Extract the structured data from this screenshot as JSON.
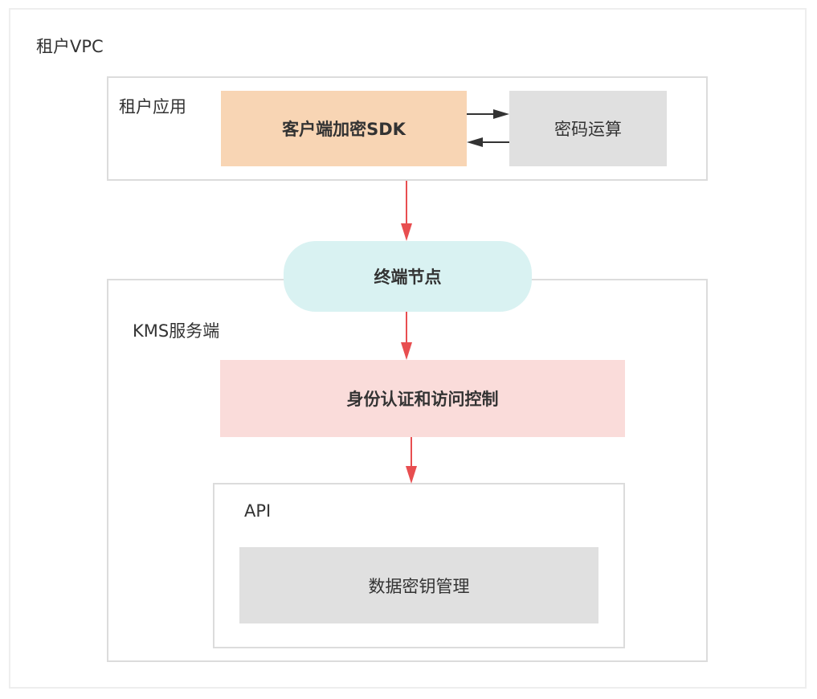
{
  "diagram": {
    "tenant_vpc": {
      "label": "租户VPC"
    },
    "tenant_app": {
      "label": "租户应用",
      "sdk": {
        "label": "客户端加密SDK",
        "color": "#f8d5b4"
      },
      "crypto_op": {
        "label": "密码运算",
        "color": "#e0e0e0"
      }
    },
    "endpoint": {
      "label": "终端节点",
      "color": "#d9f2f2"
    },
    "kms_server": {
      "label": "KMS服务端",
      "auth": {
        "label": "身份认证和访问控制",
        "color": "#fadcda"
      },
      "api": {
        "label": "API",
        "data_key_mgmt": {
          "label": "数据密钥管理",
          "color": "#e0e0e0"
        }
      }
    },
    "connectors": [
      {
        "from": "客户端加密SDK",
        "to": "密码运算",
        "color": "#333333"
      },
      {
        "from": "密码运算",
        "to": "客户端加密SDK",
        "color": "#333333"
      },
      {
        "from": "租户应用",
        "to": "终端节点",
        "color": "#e84e50"
      },
      {
        "from": "终端节点",
        "to": "身份认证和访问控制",
        "color": "#e84e50"
      },
      {
        "from": "身份认证和访问控制",
        "to": "API",
        "color": "#e84e50"
      }
    ]
  }
}
